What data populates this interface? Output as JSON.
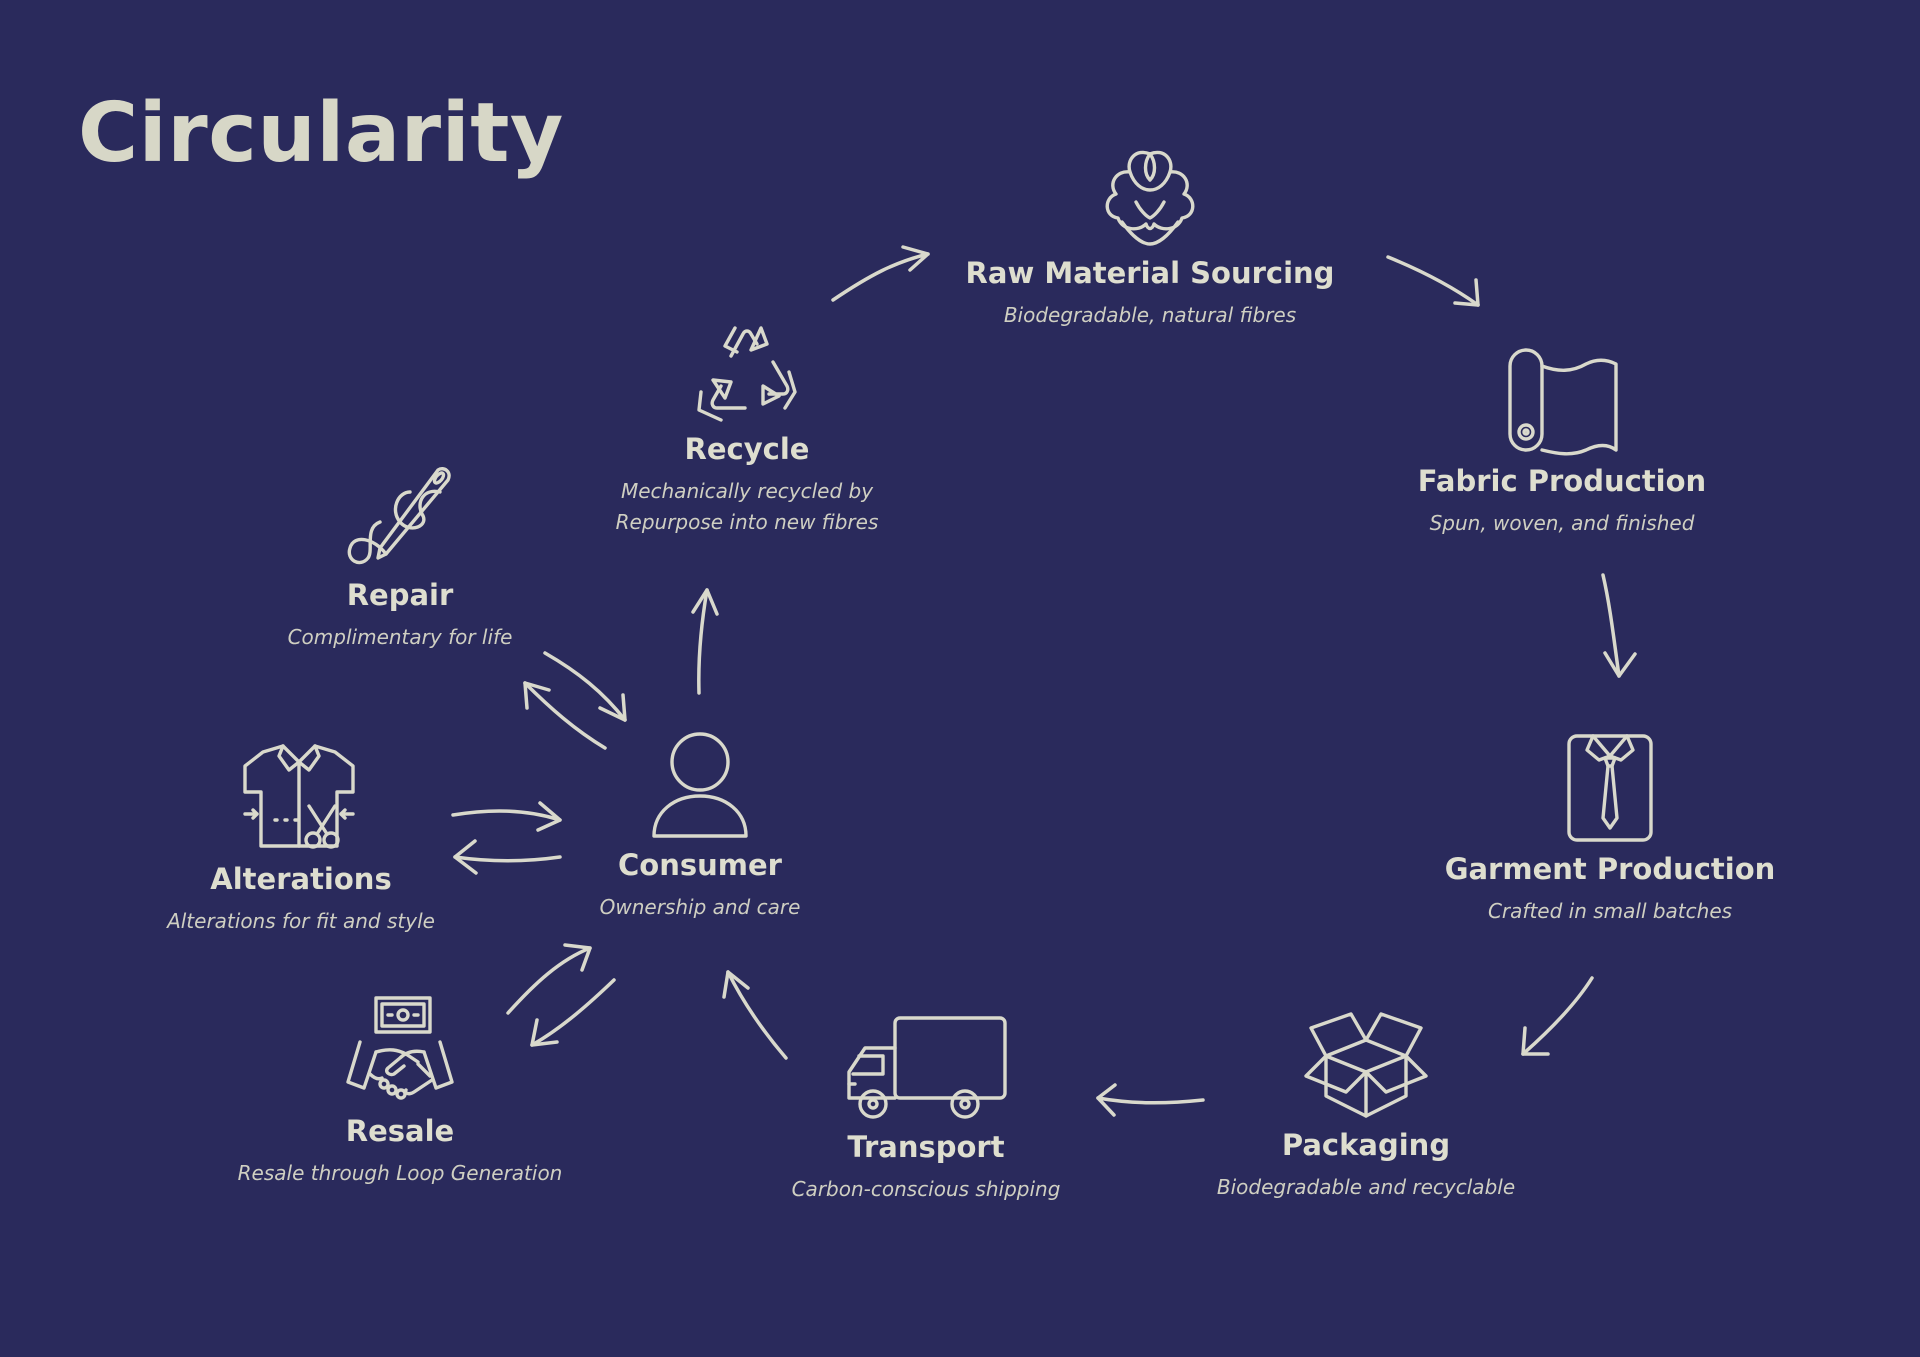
{
  "title": "Circularity",
  "colors": {
    "background": "#2a2a5c",
    "foreground": "#d9d9cc"
  },
  "nodes": {
    "raw_material": {
      "label": "Raw Material Sourcing",
      "desc": "Biodegradable, natural fibres",
      "icon": "cotton-icon"
    },
    "fabric": {
      "label": "Fabric Production",
      "desc": "Spun, woven, and finished",
      "icon": "fabric-roll-icon"
    },
    "garment": {
      "label": "Garment Production",
      "desc": "Crafted in small batches",
      "icon": "shirt-tie-icon"
    },
    "packaging": {
      "label": "Packaging",
      "desc": "Biodegradable and recyclable",
      "icon": "open-box-icon"
    },
    "transport": {
      "label": "Transport",
      "desc": "Carbon-conscious shipping",
      "icon": "truck-icon"
    },
    "consumer": {
      "label": "Consumer",
      "desc": "Ownership and care",
      "icon": "person-icon"
    },
    "recycle": {
      "label": "Recycle",
      "desc_line1": "Mechanically recycled by",
      "desc_line2": "Repurpose into new fibres",
      "icon": "recycle-icon"
    },
    "repair": {
      "label": "Repair",
      "desc": "Complimentary for life",
      "icon": "needle-thread-icon"
    },
    "alterations": {
      "label": "Alterations",
      "desc": "Alterations for fit and style",
      "icon": "shirt-scissors-icon"
    },
    "resale": {
      "label": "Resale",
      "desc": "Resale through Loop Generation",
      "icon": "handshake-money-icon"
    }
  }
}
